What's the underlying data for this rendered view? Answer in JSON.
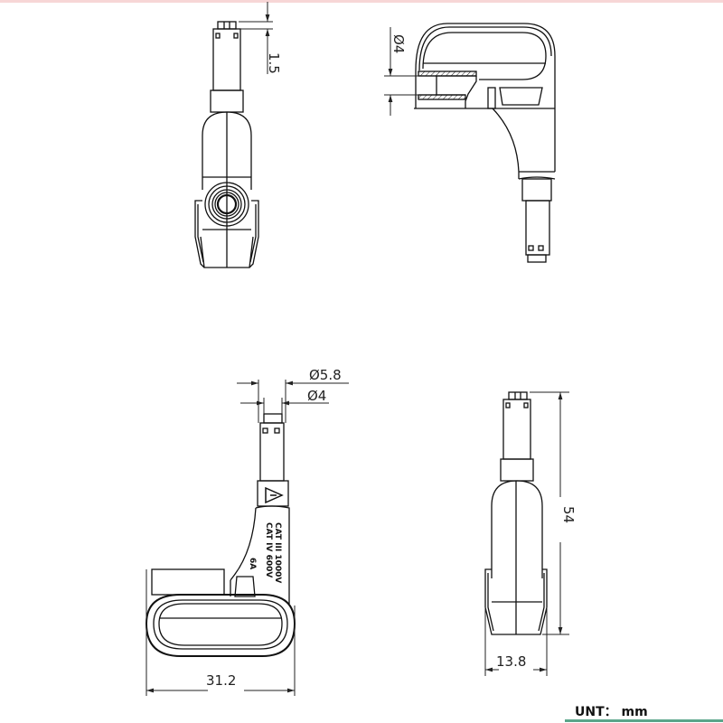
{
  "drawing": {
    "subject": "right-angle 4mm banana plug adapter",
    "views": [
      {
        "id": "front-view",
        "position": "top-left"
      },
      {
        "id": "side-section-view",
        "position": "top-right"
      },
      {
        "id": "side-view",
        "position": "bottom-left"
      },
      {
        "id": "rear-view",
        "position": "bottom-right"
      }
    ],
    "dimensions": {
      "tip_length": "1.5",
      "socket_diameter": "Ø4",
      "plug_outer_diameter": "Ø5.8",
      "plug_inner_diameter": "Ø4",
      "overall_length": "31.2",
      "overall_height": "54",
      "body_width": "13.8"
    },
    "labels": {
      "rating_line1": "CAT III 1000V",
      "rating_line2": "CAT IV 600V",
      "rating_line3": "6A",
      "warning_symbol": "⚠"
    },
    "unit_label": "UNT： mm",
    "colors": {
      "line": "#111111",
      "dimension_line": "#222222",
      "top_rule": "#f7d6d6",
      "bottom_rule": "#5aa58a"
    }
  }
}
